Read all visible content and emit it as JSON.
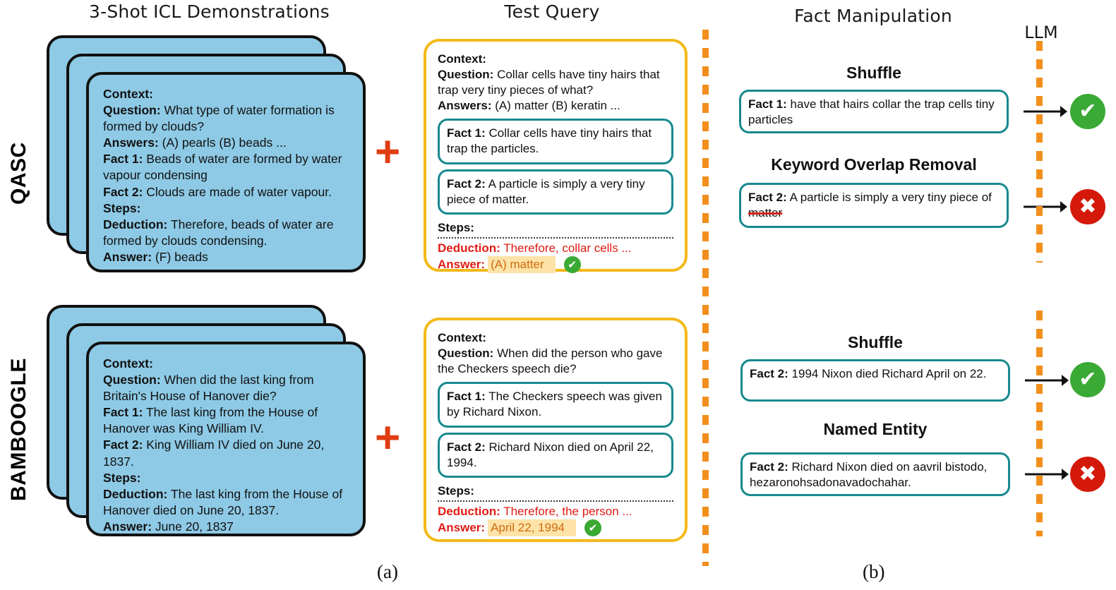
{
  "headers": {
    "demos": "3-Shot ICL Demonstrations",
    "test_query": "Test Query",
    "fact_manipulation": "Fact Manipulation",
    "llm": "LLM"
  },
  "row_labels": {
    "qasc": "QASC",
    "bamboogle": "BAMBOOGLE"
  },
  "plus_symbol": "+",
  "captions": {
    "a": "(a)",
    "b": "(b)"
  },
  "qasc": {
    "demo": {
      "context_label": "Context:",
      "question_label": "Question:",
      "question": "What type of water formation is formed by clouds?",
      "answers_label": "Answers:",
      "answers": "(A) pearls (B) beads ...",
      "fact1_label": "Fact 1:",
      "fact1": "Beads of water are formed by water vapour condensing",
      "fact2_label": "Fact 2:",
      "fact2": "Clouds are made of water vapour.",
      "steps_label": "Steps:",
      "deduction_label": "Deduction:",
      "deduction": "Therefore, beads of water are formed by clouds condensing.",
      "answer_label": "Answer:",
      "answer": "(F) beads"
    },
    "query": {
      "context_label": "Context:",
      "question_label": "Question:",
      "question": "Collar cells have tiny hairs that trap very tiny pieces of what?",
      "answers_label": "Answers:",
      "answers": "(A) matter (B) keratin ...",
      "fact1_label": "Fact 1:",
      "fact1": "Collar cells have tiny hairs that trap the particles.",
      "fact2_label": "Fact 2:",
      "fact2": "A particle is simply a very tiny piece of matter.",
      "steps_label": "Steps:",
      "deduction_label": "Deduction:",
      "deduction": "Therefore, collar cells ...",
      "answer_label": "Answer:",
      "answer": "(A) matter",
      "verdict": "correct"
    },
    "manipulations": [
      {
        "title": "Shuffle",
        "fact_label": "Fact 1:",
        "fact_text": "have that hairs collar the trap cells tiny particles",
        "strike_text": "",
        "verdict": "correct"
      },
      {
        "title": "Keyword Overlap Removal",
        "fact_label": "Fact 2:",
        "fact_text": "A particle is simply a very tiny piece of ",
        "strike_text": "matter",
        "verdict": "incorrect"
      }
    ]
  },
  "bamboogle": {
    "demo": {
      "context_label": "Context:",
      "question_label": "Question:",
      "question": "When did the last king from Britain's House of Hanover die?",
      "fact1_label": "Fact 1:",
      "fact1": "The last king from the House of Hanover was King William IV.",
      "fact2_label": "Fact 2:",
      "fact2": "King William IV died on June 20, 1837.",
      "steps_label": "Steps:",
      "deduction_label": "Deduction:",
      "deduction": "The last king from the House of Hanover died on June 20, 1837.",
      "answer_label": "Answer:",
      "answer": "June 20, 1837"
    },
    "query": {
      "context_label": "Context:",
      "question_label": "Question:",
      "question": "When did the person who gave the Checkers speech die?",
      "fact1_label": "Fact 1:",
      "fact1": "The Checkers speech was given by Richard Nixon.",
      "fact2_label": "Fact 2:",
      "fact2": "Richard Nixon died on April 22, 1994.",
      "steps_label": "Steps:",
      "deduction_label": "Deduction:",
      "deduction": "Therefore, the person  ...",
      "answer_label": "Answer:",
      "answer": "April 22, 1994",
      "verdict": "correct"
    },
    "manipulations": [
      {
        "title": "Shuffle",
        "fact_label": "Fact 2:",
        "fact_text": "1994 Nixon died Richard April on 22.",
        "strike_text": "",
        "verdict": "correct"
      },
      {
        "title": "Named Entity",
        "fact_label": "Fact 2:",
        "fact_text": "Richard Nixon died on aavril bistodo, hezaronohsadonavadochahar.",
        "strike_text": "",
        "verdict": "incorrect"
      }
    ]
  },
  "icons": {
    "correct": "✔",
    "incorrect": "✖"
  },
  "colors": {
    "card_blue": "#8ecae6",
    "amber_border": "#f4b91a",
    "teal_border": "#17898e",
    "orange_dash": "#f28f1c",
    "plus_red": "#e03c11",
    "deduction_red": "#e11b14",
    "highlight_yellow": "#fde3a7",
    "badge_green": "#3aaa35",
    "badge_red": "#d4190b"
  }
}
